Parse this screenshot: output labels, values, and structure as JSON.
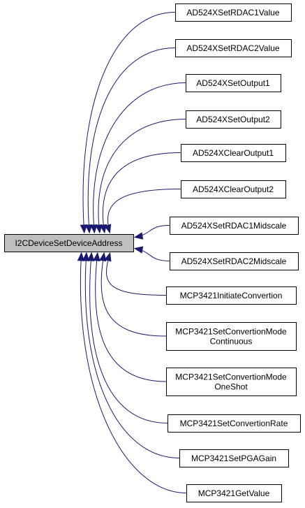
{
  "root": {
    "label": "I2CDeviceSetDeviceAddress",
    "fill": "#bfbfbf"
  },
  "callers": [
    {
      "id": "ad524x-set-rdac1-value",
      "lines": [
        "AD524XSetRDAC1Value"
      ]
    },
    {
      "id": "ad524x-set-rdac2-value",
      "lines": [
        "AD524XSetRDAC2Value"
      ]
    },
    {
      "id": "ad524x-set-output1",
      "lines": [
        "AD524XSetOutput1"
      ]
    },
    {
      "id": "ad524x-set-output2",
      "lines": [
        "AD524XSetOutput2"
      ]
    },
    {
      "id": "ad524x-clear-output1",
      "lines": [
        "AD524XClearOutput1"
      ]
    },
    {
      "id": "ad524x-clear-output2",
      "lines": [
        "AD524XClearOutput2"
      ]
    },
    {
      "id": "ad524x-set-rdac1-midscale",
      "lines": [
        "AD524XSetRDAC1Midscale"
      ]
    },
    {
      "id": "ad524x-set-rdac2-midscale",
      "lines": [
        "AD524XSetRDAC2Midscale"
      ]
    },
    {
      "id": "mcp3421-initiate-convertion",
      "lines": [
        "MCP3421InitiateConvertion"
      ]
    },
    {
      "id": "mcp3421-set-convertion-mode-continuous",
      "lines": [
        "MCP3421SetConvertionMode",
        "Continuous"
      ]
    },
    {
      "id": "mcp3421-set-convertion-mode-oneshot",
      "lines": [
        "MCP3421SetConvertionMode",
        "OneShot"
      ]
    },
    {
      "id": "mcp3421-set-convertion-rate",
      "lines": [
        "MCP3421SetConvertionRate"
      ]
    },
    {
      "id": "mcp3421-set-pga-gain",
      "lines": [
        "MCP3421SetPGAGain"
      ]
    },
    {
      "id": "mcp3421-get-value",
      "lines": [
        "MCP3421GetValue"
      ]
    }
  ],
  "colors": {
    "edge": "#191970",
    "node_border": "#000000",
    "node_fill": "#ffffff",
    "root_fill": "#bfbfbf"
  }
}
